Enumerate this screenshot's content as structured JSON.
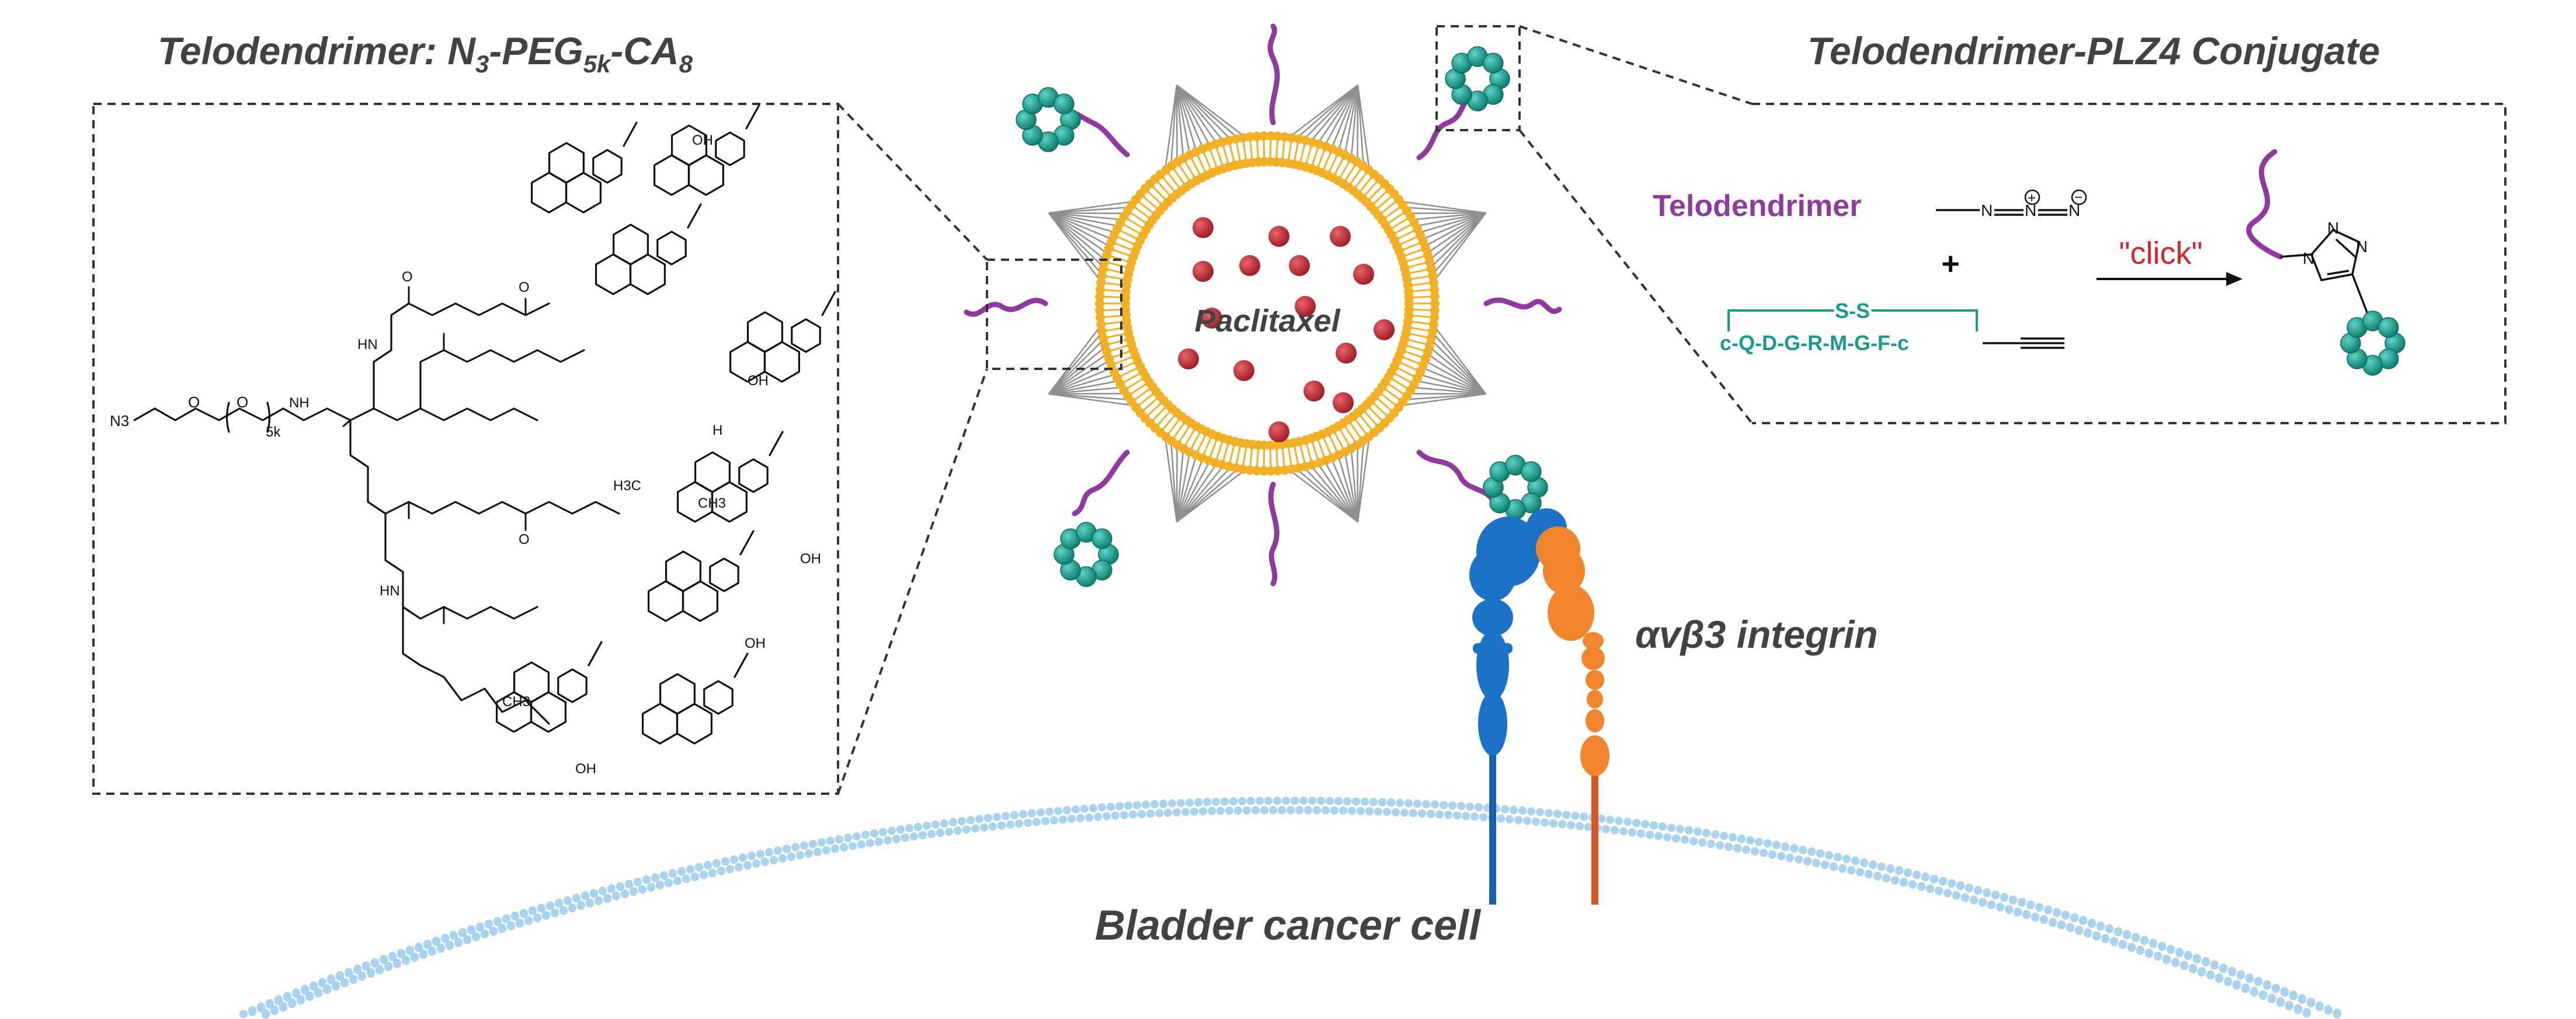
{
  "left_panel": {
    "title_prefix": "Telodendrimer: N",
    "title_sub1": "3",
    "title_mid": "-PEG",
    "title_sub2": "5k",
    "title_mid2": "-CA",
    "title_sub3": "8",
    "struct_labels": {
      "n3": "N3",
      "o1": "O",
      "o2": "O",
      "fivek": "5k",
      "nh": "NH",
      "hn": "HN",
      "o": "O",
      "oh": "OH",
      "h3c": "H3C",
      "ch3": "CH3",
      "h": "H"
    }
  },
  "right_panel": {
    "title": "Telodendrimer-PLZ4 Conjugate",
    "telodendrimer_label": "Telodendrimer",
    "azide": [
      "N",
      "N",
      "N"
    ],
    "azide_charges": [
      "+",
      "−"
    ],
    "plus": "+",
    "disulfide": "S-S",
    "sequence": "c-Q-D-G-R-M-G-F-c",
    "click_label": "\"click\"",
    "triazole_atoms": [
      "N",
      "N",
      "N"
    ]
  },
  "micelle": {
    "cargo_label": "Paclitaxel"
  },
  "receptor": {
    "label": "αvβ3 integrin"
  },
  "cell": {
    "label": "Bladder cancer cell"
  },
  "colors": {
    "peg": "#8e3a9e",
    "plz4": "#17a08e",
    "core": "#f2b026",
    "drug": "#c0262d",
    "alpha_subunit": "#1b72c8",
    "beta_subunit": "#f0852d",
    "membrane": "#a9d3ef",
    "click": "#d8232a",
    "title": "#424242",
    "sequence": "#1a9a8c"
  }
}
